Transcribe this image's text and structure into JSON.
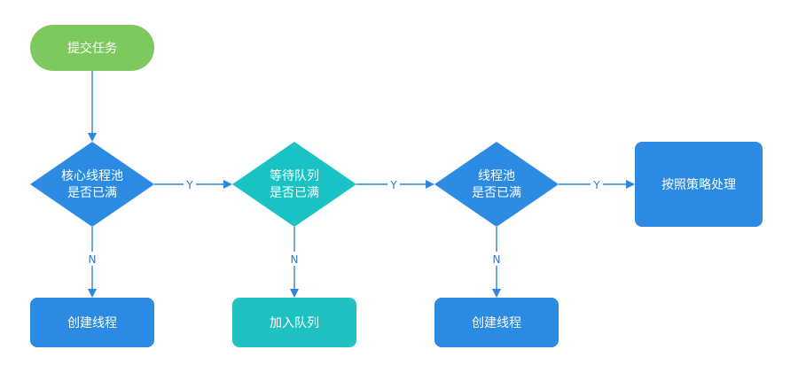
{
  "colors": {
    "start": "#7dc95e",
    "decision_blue": "#2b8ae2",
    "decision_teal": "#19c3c3",
    "box_blue": "#2b8ae2",
    "box_teal": "#1fc1c0",
    "connector": "#2b86df"
  },
  "nodes": {
    "start": {
      "label": "提交任务"
    },
    "core_full": {
      "line1": "核心线程池",
      "line2": "是否已满"
    },
    "queue_full": {
      "line1": "等待队列",
      "line2": "是否已满"
    },
    "pool_full": {
      "line1": "线程池",
      "line2": "是否已满"
    },
    "policy": {
      "label": "按照策略处理"
    },
    "create_thread_1": {
      "label": "创建线程"
    },
    "enqueue": {
      "label": "加入队列"
    },
    "create_thread_2": {
      "label": "创建线程"
    }
  },
  "edges": {
    "yes": "Y",
    "no": "N"
  }
}
